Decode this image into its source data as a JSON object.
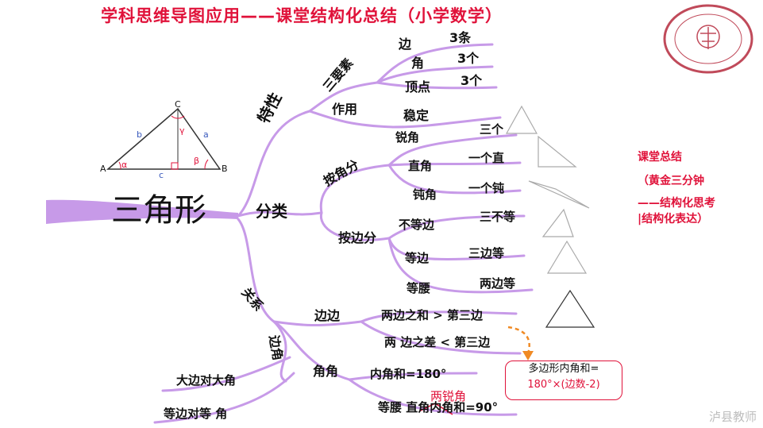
{
  "title": "学科思维导图应用——课堂结构化总结（小学数学）",
  "root": "三角形",
  "traits": {
    "label": "特性",
    "three_elements": "三要素",
    "edge": "边",
    "edge_count": "3条",
    "angle": "角",
    "angle_count": "3个",
    "vertex": "顶点",
    "vertex_count": "3个",
    "function": "作用",
    "function_value": "稳定"
  },
  "classify": {
    "label": "分类",
    "by_angle": "按角分",
    "acute": "锐角",
    "acute_desc": "三个",
    "right": "直角",
    "right_desc": "一个直",
    "obtuse": "钝角",
    "obtuse_desc": "一个钝",
    "by_edge": "按边分",
    "scalene": "不等边",
    "scalene_desc": "三不等",
    "equilateral": "等边",
    "equilateral_desc": "三边等",
    "isosceles": "等腰",
    "isosceles_desc": "两边等"
  },
  "relations": {
    "label": "关系",
    "edges": "边边",
    "sum_rule": "两边之和 > 第三边",
    "diff_rule": "两 边之差 < 第三边",
    "angles": "角角",
    "angle_sum": "内角和=180°",
    "iso_right": "等腰  直角内角和=90°",
    "two_acute": "两锐角",
    "edge_angle": "边角",
    "big_edge": "大边对大角",
    "equal_edge": "等边对等 角"
  },
  "polygon_box": {
    "line1": "多边形内角和=",
    "line2": "180°×(边数-2)"
  },
  "side_note": {
    "line1": "课堂总结",
    "line2": "（黄金三分钟",
    "line3": "——结构化思考",
    "line4": "|结构化表达）"
  },
  "figure_labels": {
    "A": "A",
    "B": "B",
    "C": "C",
    "a": "a",
    "b": "b",
    "c": "c",
    "alpha": "α",
    "beta": "β",
    "gamma": "γ"
  },
  "watermark": "泸县教师",
  "colors": {
    "branch": "#c79ae8",
    "title": "#e0123a",
    "accent_orange": "#f08a24"
  }
}
